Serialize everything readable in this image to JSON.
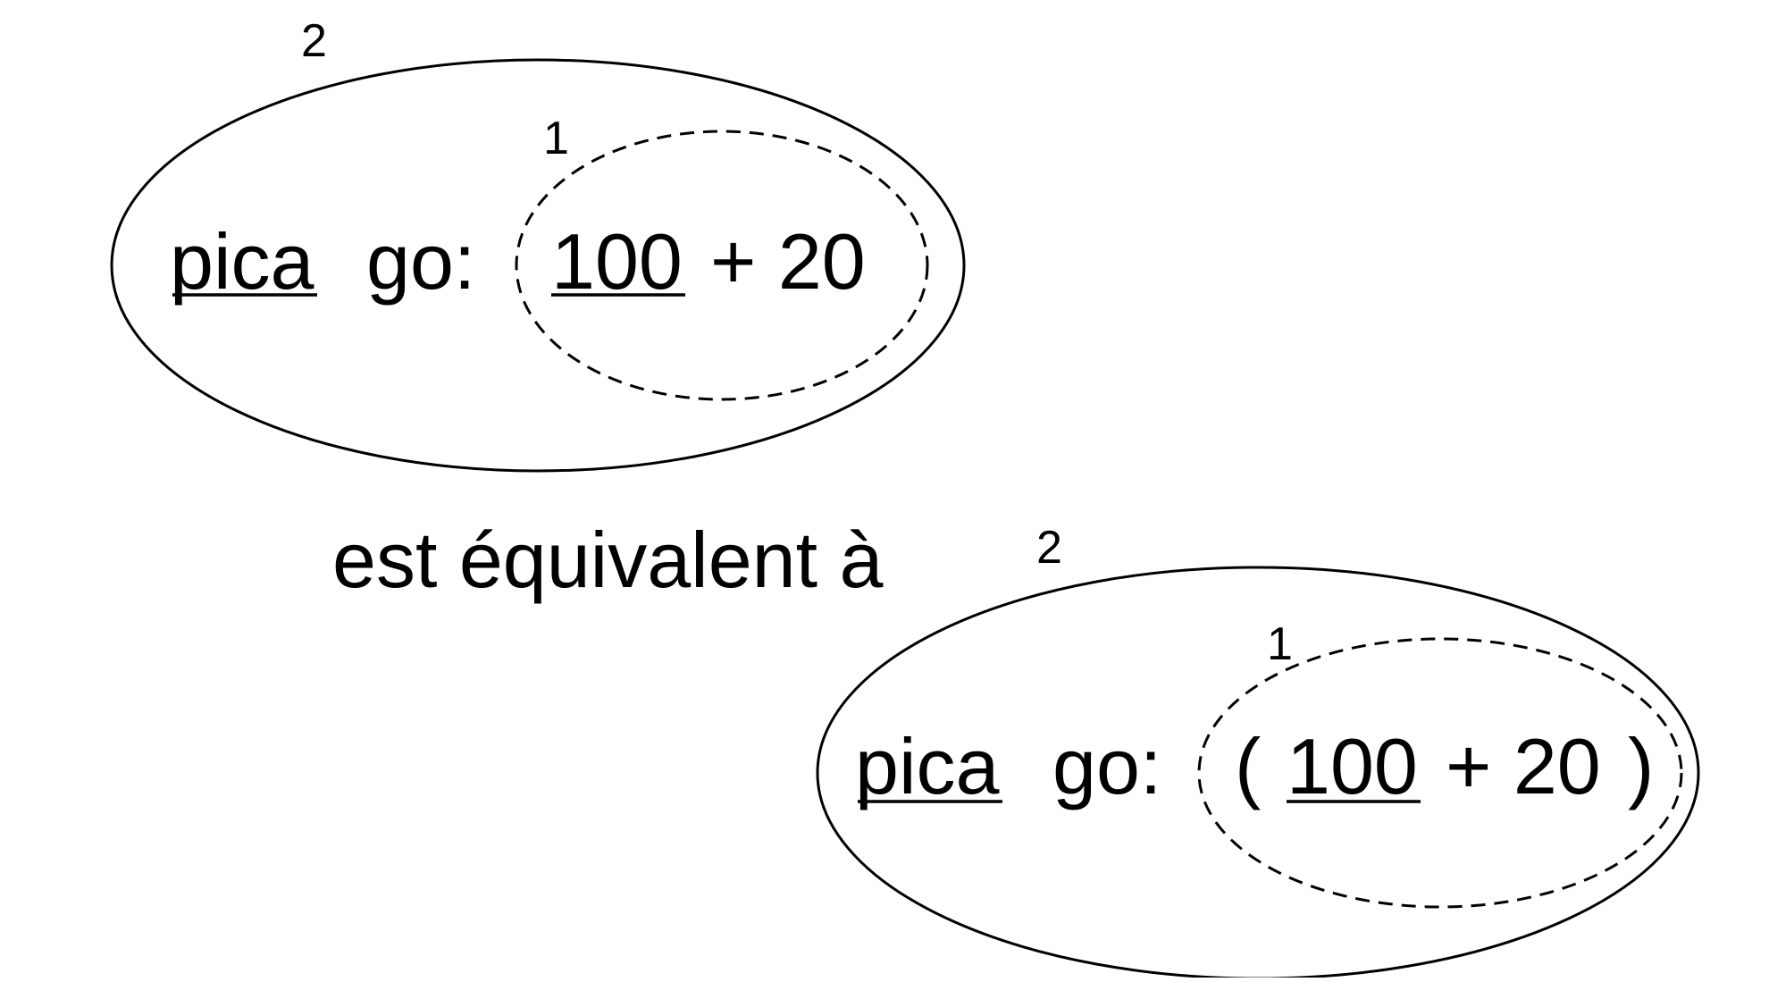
{
  "top_expression": {
    "outer_label": "2",
    "inner_label": "1",
    "receiver": "pica",
    "selector": "go:",
    "operand": "100",
    "rest": "+ 20"
  },
  "connector": "est équivalent à",
  "bottom_expression": {
    "outer_label": "2",
    "inner_label": "1",
    "receiver": "pica",
    "selector": "go:",
    "open_paren": "(",
    "operand": "100",
    "rest": "+ 20",
    "close_paren": ")"
  }
}
